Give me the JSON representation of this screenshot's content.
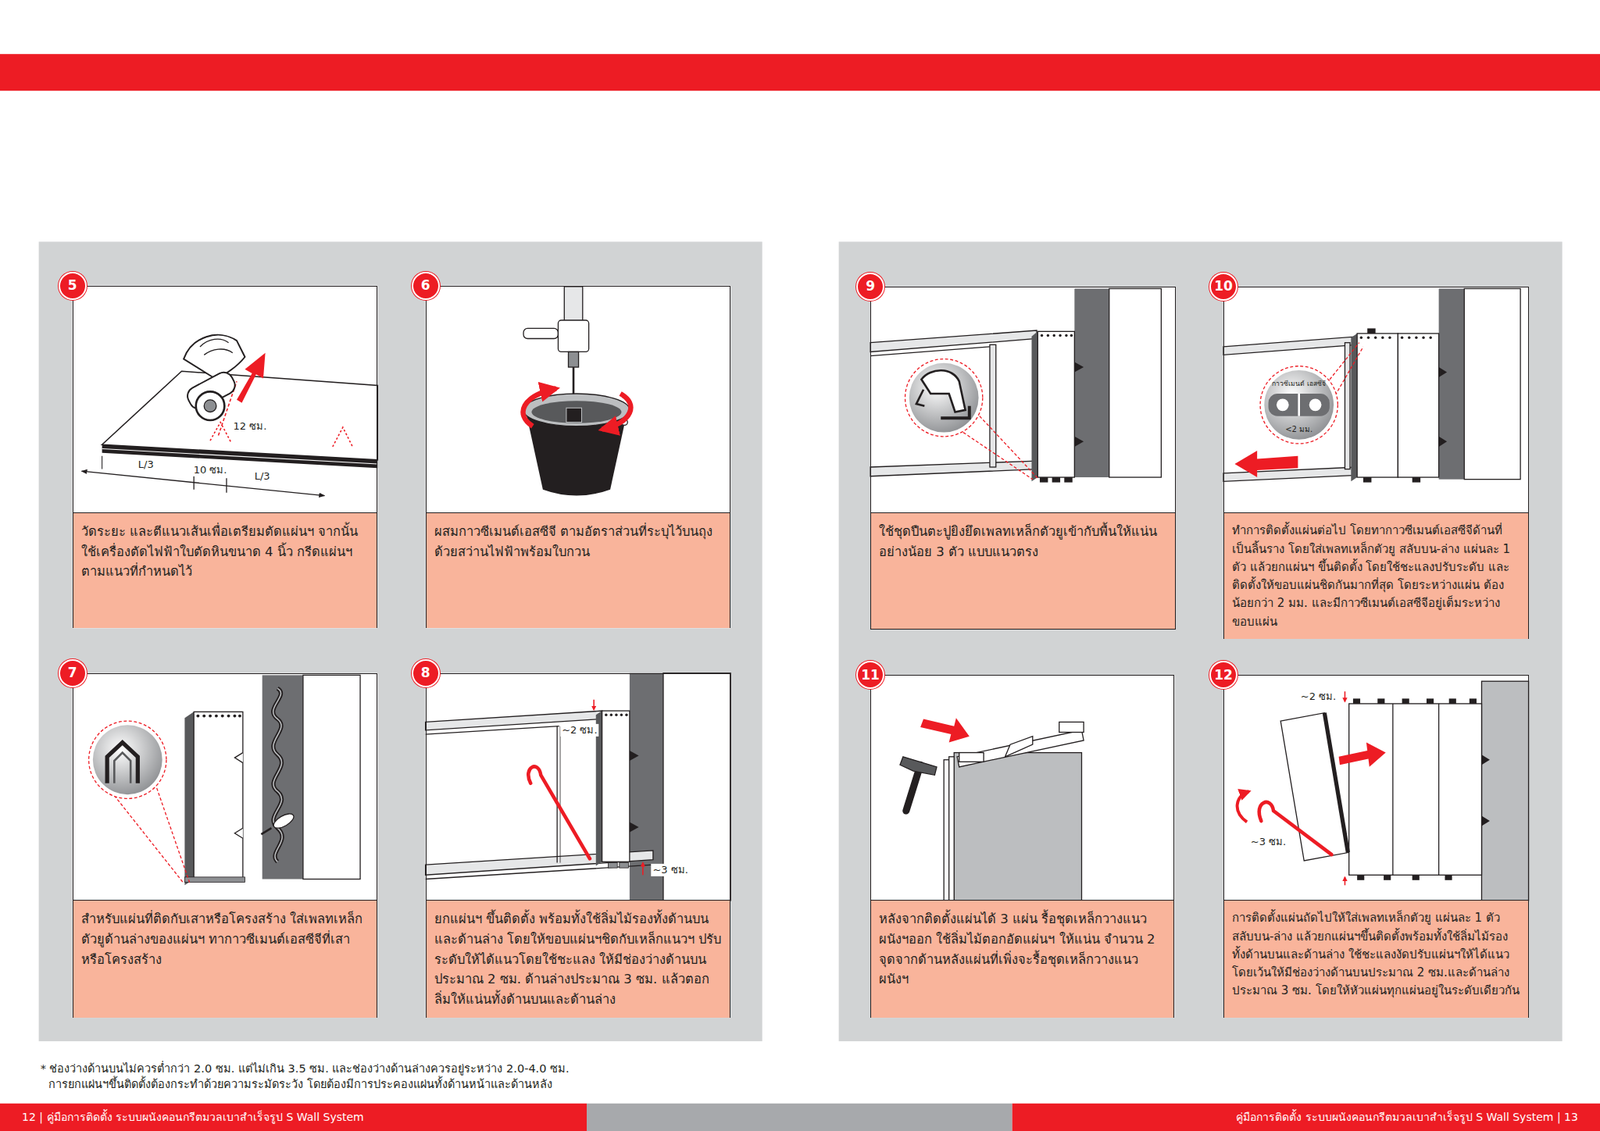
{
  "diagram": {
    "nodes": [
      {
        "text": [
          "วัดระยะ และตีแนวเส้นเพื่อเตรียมตัดแผ่นฯ จากนั้นใช้เครื่องตัดไฟฟ้าใบตัดหินขนาด 4 นิ้ว กรีดแผ่นฯตามแนวที่กำหนดไว้"
        ]
      },
      {
        "text": [
          "5"
        ],
        "in": 0
      },
      {
        "text": [
          "ผสมกาวซีเมนต์เอสซีจี ตามอัตราส่วนที่ระบุไว้บนถุงด้วยสว่านไฟฟ้าพร้อมใบกวน"
        ]
      },
      {
        "text": [
          "6"
        ],
        "in": 2
      },
      {
        "text": [
          "สำหรับแผ่นที่ติดกับเสาหรือโครงสร้าง ใส่เพลทเหล็กตัวยูด้านล่างของแผ่นฯ ทากาวซีเมนต์เอสซีจีที่เสา หรือโครงสร้าง"
        ]
      },
      {
        "text": [
          "7"
        ],
        "in": 4
      },
      {
        "text": [
          "ยกแผ่นฯ ขึ้นติดตั้ง พร้อมทั้งใช้ลิ่มไม้รองทั้งด้านบนและด้านล่าง โดยให้ขอบแผ่นฯชิดกับเหล็กแนวฯ ปรับระดับให้ได้แนวโดยใช้ชะแลง ให้มีช่องว่างด้านบนประมาณ 2 ซม. ด้านล่างประมาณ 3 ซม. แล้วตอกลิ่มให้แน่นทั้งด้านบนและด้านล่าง"
        ]
      },
      {
        "text": [
          "8"
        ],
        "in": 6
      },
      {
        "text": [
          "ใช้ชุดปืนตะปูยิงยึดเพลทเหล็กตัวยูเข้ากับพื้นให้แน่น อย่างน้อย 3 ตัว แบบแนวตรง"
        ]
      },
      {
        "text": [
          "9"
        ],
        "in": 8
      },
      {
        "text": [
          "ทำการติดตั้งแผ่นต่อไป โดยทากาวซีเมนต์เอสซีจีด้านที่เป็นลิ้นราง โดยใส่เพลทเหล็กตัวยู สลับบน-ล่าง แผ่นละ 1 ตัว แล้วยกแผ่นฯ ขึ้นติดตั้ง โดยใช้ชะแลงปรับระดับ และติดตั้งให้ขอบแผ่นชิดกันมากที่สุด โดยระหว่างแผ่น ต้องน้อยกว่า 2 มม. และมีกาวซีเมนต์เอสซีจีอยู่เต็มระหว่างขอบแผ่น"
        ]
      },
      {
        "text": [
          "10"
        ],
        "in": 10
      },
      {
        "text": [
          "หลังจากติดตั้งแผ่นได้ 3 แผ่น รื้อชุดเหล็กวางแนวผนังฯออก ใช้ลิ่มไม้ตอกอัดแผ่นฯ ให้แน่น จำนวน 2 จุดจากด้านหลังแผ่นที่เพิ่งจะรื้อชุดเหล็กวางแนวผนังฯ"
        ]
      },
      {
        "text": [
          "11"
        ],
        "in": 12
      },
      {
        "text": [
          "การติดตั้งแผ่นถัดไปให้ใส่เพลทเหล็กตัวยู แผ่นละ 1 ตัว สลับบน-ล่าง แล้วยกแผ่นฯขึ้นติดตั้งพร้อมทั้งใช้ลิ่มไม้รองทั้งด้านบนและด้านล่าง ใช้ชะแลงงัดปรับแผ่นฯให้ได้แนว โดยเว้นให้มีช่องว่างด้านบนประมาณ 2 ซม.และด้านล่างประมาณ 3 ซม. โดยให้หัวแผ่นทุกแผ่นอยู่ในระดับเดียวกัน"
        ]
      },
      {
        "text": [
          "12"
        ],
        "in": 14
      }
    ],
    "labels": [
      "12 ซม.",
      "L/3",
      "10 ซม.",
      "L/3",
      "~2 ซม.",
      "~3 ซม.",
      "กาวซีเมนต์ เอสซีจี",
      "<2 มม.",
      "~2 ซม.",
      "~3 ซม.",
      "* ช่องว่างด้านบนไม่ควรต่ำกว่า 2.0 ซม. แต่ไม่เกิน 3.5 ซม. และช่องว่างด้านล่างควรอยู่ระหว่าง 2.0-4.0 ซม.",
      "การยกแผ่นฯขึ้นติดตั้งต้องกระทำด้วยความระมัดระวัง โดยต้องมีการประคองแผ่นทั้งด้านหน้าและด้านหลัง",
      "12 | คู่มือการติดตั้ง ระบบผนังคอนกรีตมวลเบาสำเร็จรูป S Wall System",
      "คู่มือการติดตั้ง ระบบผนังคอนกรีตมวลเบาสำเร็จรูป S Wall System | 13"
    ]
  }
}
